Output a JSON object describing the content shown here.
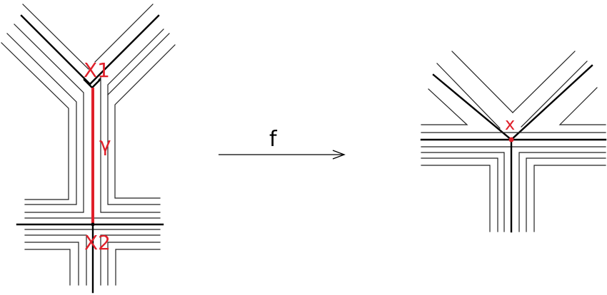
{
  "labels": {
    "x1": "X1",
    "x2": "X2",
    "gamma": "γ",
    "map": "f",
    "x": "x"
  },
  "colors": {
    "highlight": "#e0202a",
    "lines": "#000000"
  }
}
